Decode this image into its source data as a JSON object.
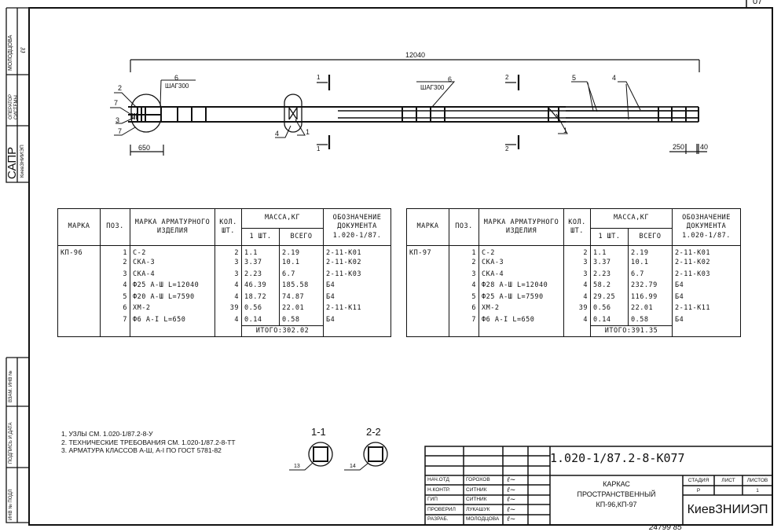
{
  "sheet_number": "07",
  "side_stamp": {
    "operator_name": "МОЛОДЦОВА",
    "operator_role": "ОПЕРАТОР СИСТЕМЫ",
    "sapr": "САПР",
    "org": "КиевЗНИИЭП"
  },
  "side_fields": [
    "ВЗАМ. ИНВ №",
    "ПОДПИСЬ И ДАТА",
    "ИНВ № ПОДЛ"
  ],
  "drawing": {
    "overall_dim": "12040",
    "end_dim": "650",
    "dim_250": "250",
    "dim_40": "40",
    "stirrup_left": {
      "pos": "6",
      "step": "ШАГ300"
    },
    "stirrup_right": {
      "pos": "6",
      "step": "ШАГ300"
    },
    "callouts": [
      "2",
      "7",
      "3",
      "7",
      "4",
      "1",
      "5",
      "4",
      "1"
    ],
    "section_1": "1",
    "section_2": "2"
  },
  "headers": {
    "mark": "МАРКА",
    "pos": "ПОЗ.",
    "product_mark": "МАРКА АРМАТУРНОГО ИЗДЕЛИЯ",
    "qty": "КОЛ. ШТ.",
    "mass": "МАССА,КГ",
    "mass_one": "1 ШТ.",
    "mass_total": "ВСЕГО",
    "doc": "ОБОЗНАЧЕНИЕ ДОКУМЕНТА 1.020-1/87."
  },
  "tables": [
    {
      "mark": "КП-96",
      "total": "ИТОГО:302.02",
      "rows": [
        [
          "1",
          "С-2",
          "2",
          "1.1",
          "2.19",
          "2-11-К01"
        ],
        [
          "2",
          "СКА-3",
          "3",
          "3.37",
          "10.1",
          "2-11-К02"
        ],
        [
          "3",
          "СКА-4",
          "3",
          "2.23",
          "6.7",
          "2-11-К03"
        ],
        [
          "4",
          "Ф25 А-Ш L=12040",
          "4",
          "46.39",
          "185.58",
          "Б4"
        ],
        [
          "5",
          "Ф20 А-Ш L=7590",
          "4",
          "18.72",
          "74.87",
          "Б4"
        ],
        [
          "6",
          "ХМ-2",
          "39",
          "0.56",
          "22.01",
          "2-11-К11"
        ],
        [
          "7",
          "Ф6 А-I L=650",
          "4",
          "0.14",
          "0.58",
          "Б4"
        ]
      ]
    },
    {
      "mark": "КП-97",
      "total": "ИТОГО:391.35",
      "rows": [
        [
          "1",
          "С-2",
          "2",
          "1.1",
          "2.19",
          "2-11-К01"
        ],
        [
          "2",
          "СКА-3",
          "3",
          "3.37",
          "10.1",
          "2-11-К02"
        ],
        [
          "3",
          "СКА-4",
          "3",
          "2.23",
          "6.7",
          "2-11-К03"
        ],
        [
          "4",
          "Ф28 А-Ш L=12040",
          "4",
          "58.2",
          "232.79",
          "Б4"
        ],
        [
          "5",
          "Ф25 А-Ш L=7590",
          "4",
          "29.25",
          "116.99",
          "Б4"
        ],
        [
          "6",
          "ХМ-2",
          "39",
          "0.56",
          "22.01",
          "2-11-К11"
        ],
        [
          "7",
          "Ф6 А-I L=650",
          "4",
          "0.14",
          "0.58",
          "Б4"
        ]
      ]
    }
  ],
  "notes": [
    "1, УЗЛЫ СМ. 1.020-1/87.2-8-У",
    "2. ТЕХНИЧЕСКИЕ ТРЕБОВАНИЯ СМ. 1.020-1/87.2-8-ТТ",
    "3. АРМАТУРА КЛАССОВ А-Ш, А-I ПО ГОСТ 5781-82"
  ],
  "sections": [
    {
      "title": "1-1",
      "callout": "13"
    },
    {
      "title": "2-2",
      "callout": "14"
    }
  ],
  "title_block": {
    "code": "1.020-1/87.2-8-К077",
    "roles": [
      [
        "НАЧ.ОТД",
        "ГОРОХОВ"
      ],
      [
        "Н.КОНТР.",
        "СИТНИК"
      ],
      [
        "ГИП",
        "СИТНИК"
      ],
      [
        "ПРОВЕРИЛ",
        "ЛУКАШУК"
      ],
      [
        "РАЗРАБ.",
        "МОЛОДЦОВА"
      ]
    ],
    "title": [
      "КАРКАС",
      "ПРОСТРАНСТВЕННЫЙ",
      "КП-96,КП-97"
    ],
    "stage_label": "СТАДИЯ",
    "sheet_label": "ЛИСТ",
    "sheets_label": "ЛИСТОВ",
    "stage": "Р",
    "sheets": "1",
    "org": "КиевЗНИИЭП"
  },
  "footer_code": "24799  85"
}
